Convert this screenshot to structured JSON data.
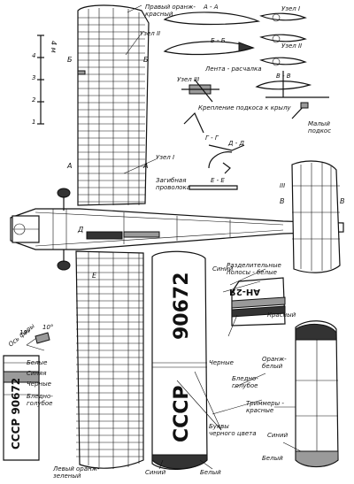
{
  "labels": {
    "right_wing_red": "Правый оранж-\nкрасный",
    "node_II": "Узел II",
    "node_I_top": "Узел I",
    "node_I_mid": "Узел I",
    "node_III_left": "Узел III",
    "node_III_right": "III",
    "section_AA": "А - А",
    "section_BB": "Б - Б",
    "section_VV": "В - В",
    "section_GG": "Г - Г",
    "section_DD": "Д - Д",
    "section_EE": "Е - Е",
    "brace_tape": "Лента - расчалка",
    "strut_mount": "Крепление подкоса к крылу",
    "small_strut": "Малый\nподкос",
    "bent_wire": "Загибная\nпроволока",
    "dividing_stripes": "Разделительные\nполосы - белые",
    "blue_1": "Синий",
    "red_1": "Красный",
    "black_1": "Черные",
    "orange_white": "Оранж-\nбелый",
    "pale_blue_1": "Бледно-\nголубое",
    "trimmers_red": "Триммеры -\nкрасные",
    "blue_2": "Синий",
    "white_1": "Белый",
    "letters_black": "Буквы\nчерного цвета",
    "blue_3": "Синий",
    "white_2": "Белый",
    "left_wing": "Левый оранж-\nзеленый",
    "headlight_axis": "Ось фары",
    "stripe_white": "Белые",
    "stripe_blue": "Синяя",
    "stripe_black": "Черные",
    "stripe_pale_blue": "Бледно-\nголубое",
    "scale_unit": "4 м",
    "angle_1": "18°",
    "angle_2": "10°",
    "reg_cccp": "СССР",
    "reg_number": "90672",
    "reg_fin": "АН-2Я",
    "sec_A": "А",
    "sec_B": "Б",
    "sec_V": "В",
    "sec_G": "Г",
    "sec_D": "Д",
    "sec_E": "Е",
    "scale_ticks": [
      "1",
      "2",
      "3",
      "4"
    ]
  }
}
